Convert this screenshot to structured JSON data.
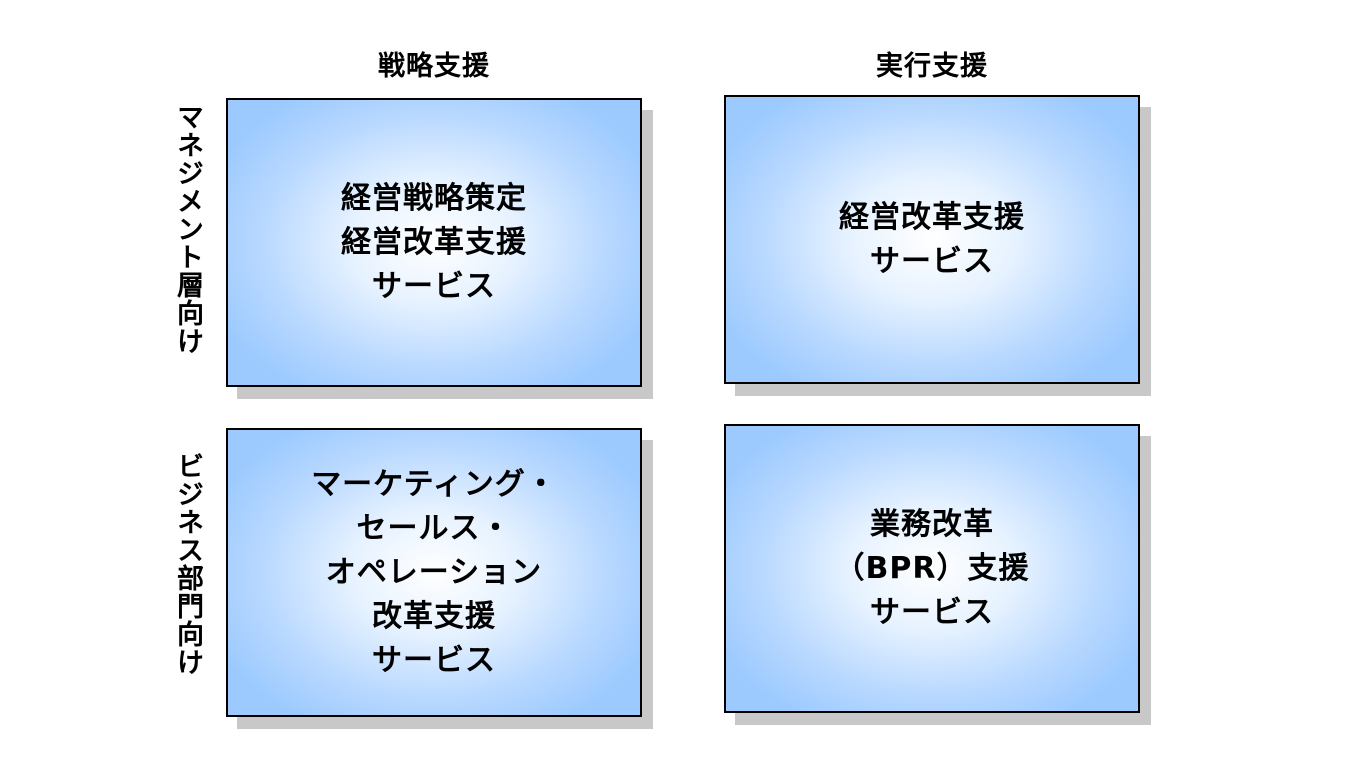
{
  "columns": {
    "strategy": "戦略支援",
    "execution": "実行支援"
  },
  "rows": {
    "management": "マネジメント層向け",
    "business": "ビジネス部門向け"
  },
  "boxes": {
    "management_strategy": [
      "経営戦略策定",
      "経営改革支援",
      "サービス"
    ],
    "management_execution": [
      "経営改革支援",
      "サービス"
    ],
    "business_strategy": [
      "マーケティング・",
      "セールス・",
      "オペレーション",
      "改革支援",
      "サービス"
    ],
    "business_execution": [
      "業務改革",
      "（BPR）支援",
      "サービス"
    ]
  }
}
